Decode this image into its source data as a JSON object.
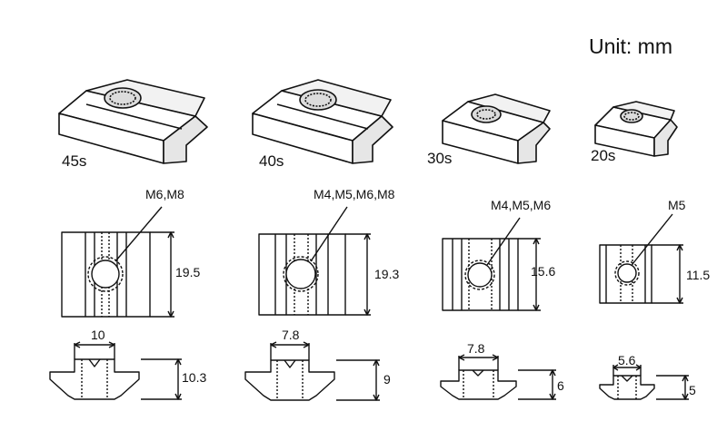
{
  "unit_label": "Unit: mm",
  "nuts": [
    {
      "name": "45s",
      "thread": "M6,M8",
      "height": "19.5",
      "slot_width": "10",
      "depth": "10.3"
    },
    {
      "name": "40s",
      "thread": "M4,M5,M6,M8",
      "height": "19.3",
      "slot_width": "7.8",
      "depth": "9"
    },
    {
      "name": "30s",
      "thread": "M4,M5,M6",
      "height": "15.6",
      "slot_width": "7.8",
      "depth": "6"
    },
    {
      "name": "20s",
      "thread": "M5",
      "height": "11.5",
      "slot_width": "5.6",
      "depth": "5"
    }
  ]
}
